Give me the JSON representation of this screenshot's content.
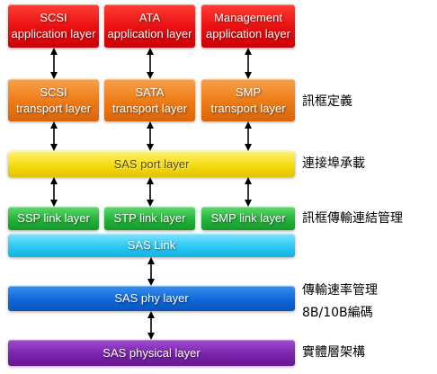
{
  "boxes": {
    "scsi_app": [
      "SCSI",
      "application layer"
    ],
    "ata_app": [
      "ATA",
      "application layer"
    ],
    "mgmt_app": [
      "Management",
      "application layer"
    ],
    "scsi_transport": [
      "SCSI",
      "transport layer"
    ],
    "sata_transport": [
      "SATA",
      "transport layer"
    ],
    "smp_transport": [
      "SMP",
      "transport layer"
    ],
    "sas_port": "SAS port layer",
    "ssp_link": "SSP link layer",
    "stp_link": "STP link layer",
    "smp_link": "SMP link layer",
    "sas_link": "SAS Link",
    "sas_phy": "SAS phy layer",
    "sas_physical": "SAS physical layer"
  },
  "annotations": {
    "frame_definition": "訊框定義",
    "connection_port_bearing": "連接埠承載",
    "frame_transmission_link_management": "訊框傳輸連結管理",
    "transmission_rate_management": "傳輸速率管理",
    "encoding": "8B/10B編碼",
    "physical_layer_architecture": "實體層架構"
  },
  "colors": {
    "application": "#e80e10",
    "transport": "#ee7a14",
    "port": "#f4dc0e",
    "link": "#22b33a",
    "sas_link": "#2bc8f4",
    "phy": "#0f67d8",
    "physical": "#7a24ad"
  }
}
